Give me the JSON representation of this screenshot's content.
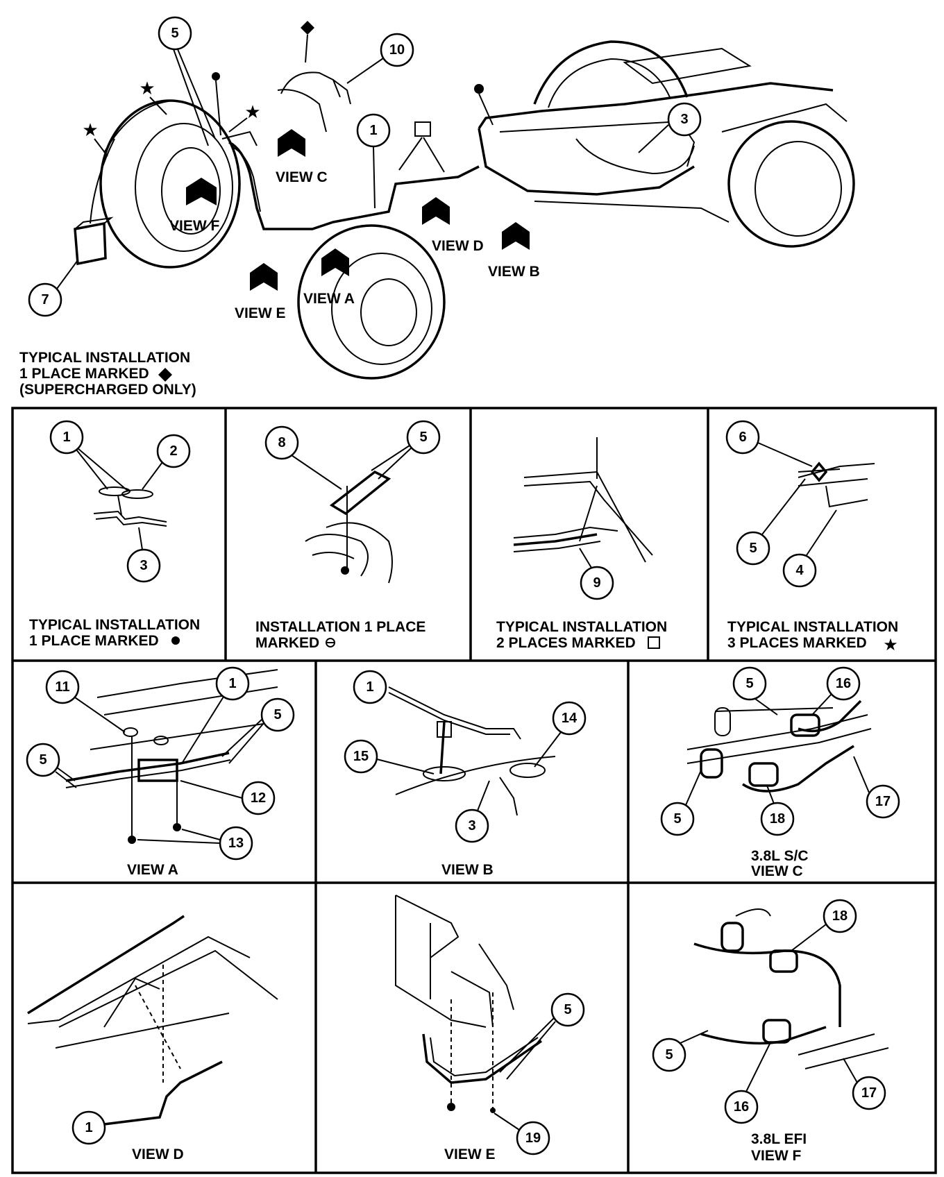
{
  "top": {
    "view_labels": [
      "VIEW C",
      "VIEW F",
      "VIEW D",
      "VIEW B",
      "VIEW E",
      "VIEW A"
    ],
    "callouts": [
      "5",
      "10",
      "1",
      "3",
      "7"
    ],
    "note_lines": [
      "TYPICAL INSTALLATION",
      "1 PLACE MARKED",
      "(SUPERCHARGED ONLY)"
    ]
  },
  "panels": {
    "p1": {
      "callouts": [
        "1",
        "2",
        "3"
      ],
      "caption": [
        "TYPICAL INSTALLATION",
        "1 PLACE MARKED"
      ]
    },
    "p2": {
      "callouts": [
        "8",
        "5"
      ],
      "caption": [
        "INSTALLATION 1 PLACE",
        "MARKED"
      ]
    },
    "p3": {
      "callouts": [
        "9"
      ],
      "caption": [
        "TYPICAL INSTALLATION",
        "2 PLACES MARKED"
      ]
    },
    "p4": {
      "callouts": [
        "6",
        "5",
        "4"
      ],
      "caption": [
        "TYPICAL INSTALLATION",
        "3 PLACES MARKED"
      ]
    },
    "viewA": {
      "callouts": [
        "11",
        "1",
        "5",
        "5",
        "12",
        "13"
      ],
      "caption": [
        "VIEW A"
      ]
    },
    "viewB": {
      "callouts": [
        "1",
        "14",
        "15",
        "3"
      ],
      "caption": [
        "VIEW B"
      ]
    },
    "viewC": {
      "callouts": [
        "5",
        "16",
        "5",
        "18",
        "17"
      ],
      "caption": [
        "3.8L S/C",
        "VIEW C"
      ]
    },
    "viewD": {
      "callouts": [
        "1"
      ],
      "caption": [
        "VIEW D"
      ]
    },
    "viewE": {
      "callouts": [
        "5",
        "19"
      ],
      "caption": [
        "VIEW E"
      ]
    },
    "viewF": {
      "callouts": [
        "18",
        "5",
        "16",
        "17"
      ],
      "caption": [
        "3.8L EFI",
        "VIEW F"
      ]
    }
  }
}
